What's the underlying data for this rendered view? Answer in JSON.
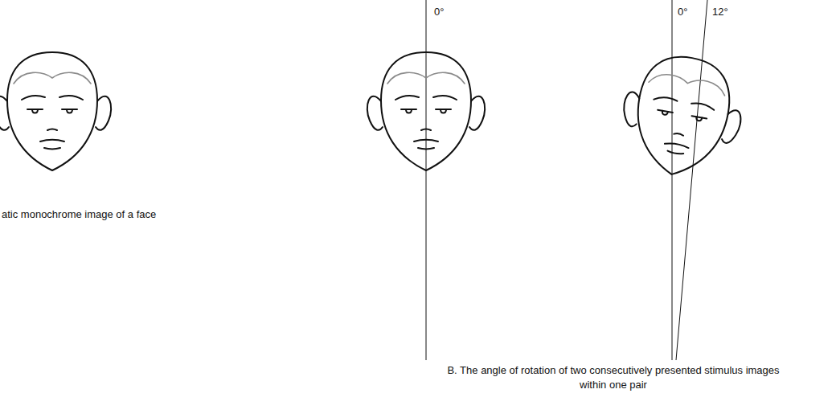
{
  "diagram": {
    "labels": [
      "0°",
      "0°",
      "12°",
      "atic monochrome image of a face",
      "B. The angle of rotation of two consecutively presented stimulus images within one pair"
    ]
  }
}
